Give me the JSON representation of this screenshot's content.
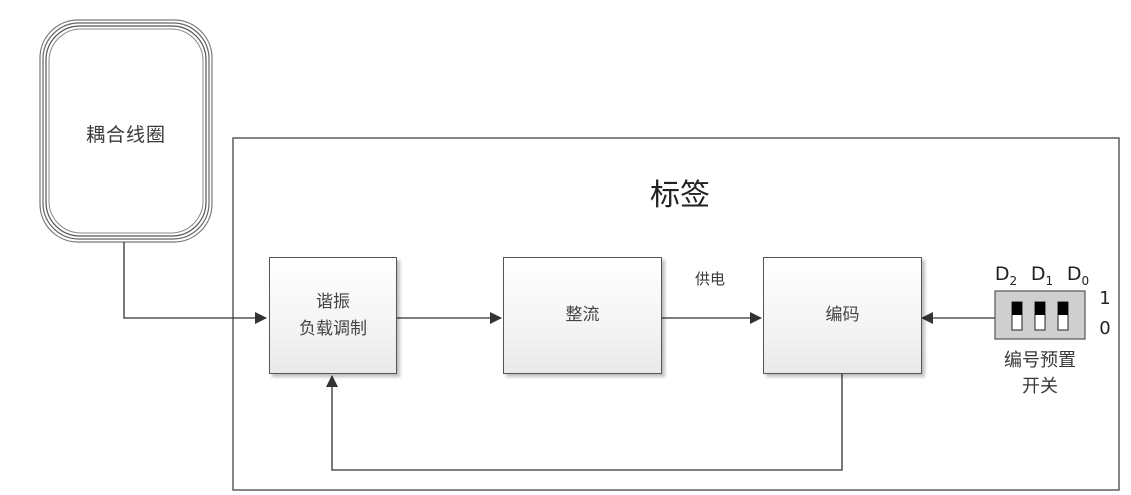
{
  "coil": {
    "label": "耦合线圈"
  },
  "tag": {
    "title": "标签"
  },
  "blocks": {
    "resonant": {
      "line1": "谐振",
      "line2": "负载调制"
    },
    "rectifier": {
      "label": "整流"
    },
    "encoder": {
      "label": "编码"
    }
  },
  "edges": {
    "power_label": "供电"
  },
  "switch": {
    "bits": [
      "D2",
      "D1",
      "D0"
    ],
    "bit_base": [
      "D",
      "D",
      "D"
    ],
    "bit_sub": [
      "2",
      "1",
      "0"
    ],
    "level_high": "1",
    "level_low": "0",
    "caption_line1": "编号预置",
    "caption_line2": "开关",
    "positions": [
      1,
      1,
      1
    ]
  }
}
